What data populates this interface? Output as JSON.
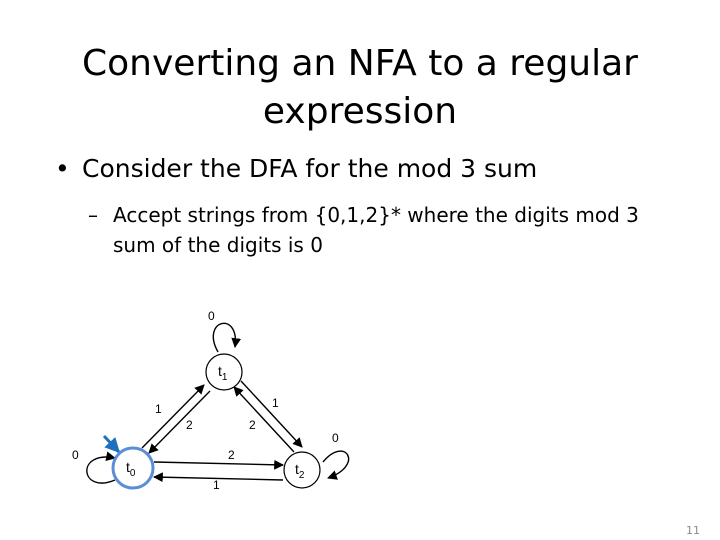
{
  "slide": {
    "title": "Converting an NFA to a regular expression",
    "bullet": {
      "marker": "•",
      "text": "Consider the DFA for the mod 3 sum"
    },
    "sub_bullet": {
      "marker": "–",
      "text": "Accept strings from {0,1,2}* where the digits mod 3 sum of the digits is 0"
    },
    "slide_number": "11"
  },
  "diagram": {
    "states": [
      {
        "base": "t",
        "sub": "0",
        "start": true
      },
      {
        "base": "t",
        "sub": "1",
        "start": false
      },
      {
        "base": "t",
        "sub": "2",
        "start": false
      }
    ],
    "transitions": [
      {
        "from": "t0",
        "to": "t0",
        "label": "0"
      },
      {
        "from": "t1",
        "to": "t1",
        "label": "0"
      },
      {
        "from": "t2",
        "to": "t2",
        "label": "0"
      },
      {
        "from": "t0",
        "to": "t1",
        "label": "1"
      },
      {
        "from": "t1",
        "to": "t0",
        "label": "2"
      },
      {
        "from": "t1",
        "to": "t2",
        "label": "1"
      },
      {
        "from": "t2",
        "to": "t1",
        "label": "2"
      },
      {
        "from": "t0",
        "to": "t2",
        "label": "2"
      },
      {
        "from": "t2",
        "to": "t0",
        "label": "1"
      }
    ],
    "colors": {
      "start_state_ring": "#5b8ed6",
      "start_arrow": "#1f6fbf",
      "edges": "#000000"
    }
  }
}
